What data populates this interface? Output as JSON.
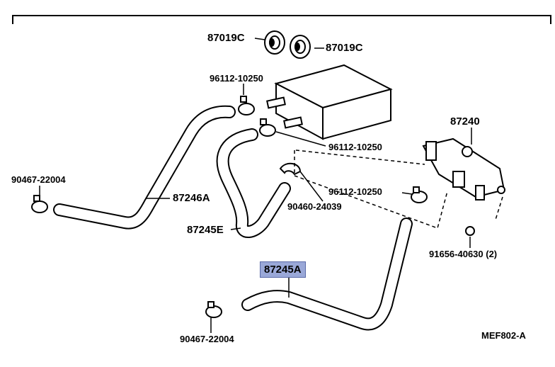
{
  "labels": {
    "p87019c_top": "87019C",
    "p87019c_right": "87019C",
    "p96112_top": "96112-10250",
    "p96112_mid": "96112-10250",
    "p96112_right": "96112-10250",
    "p87240": "87240",
    "p90467_left": "90467-22004",
    "p87246a": "87246A",
    "p90460": "90460-24039",
    "p87245e": "87245E",
    "p91656": "91656-40630 (2)",
    "p87245a": "87245A",
    "p90467_bottom": "90467-22004",
    "ref_code": "MEF802-A"
  },
  "highlighted_part": "87245A",
  "highlight_color": "#9aa8d8"
}
